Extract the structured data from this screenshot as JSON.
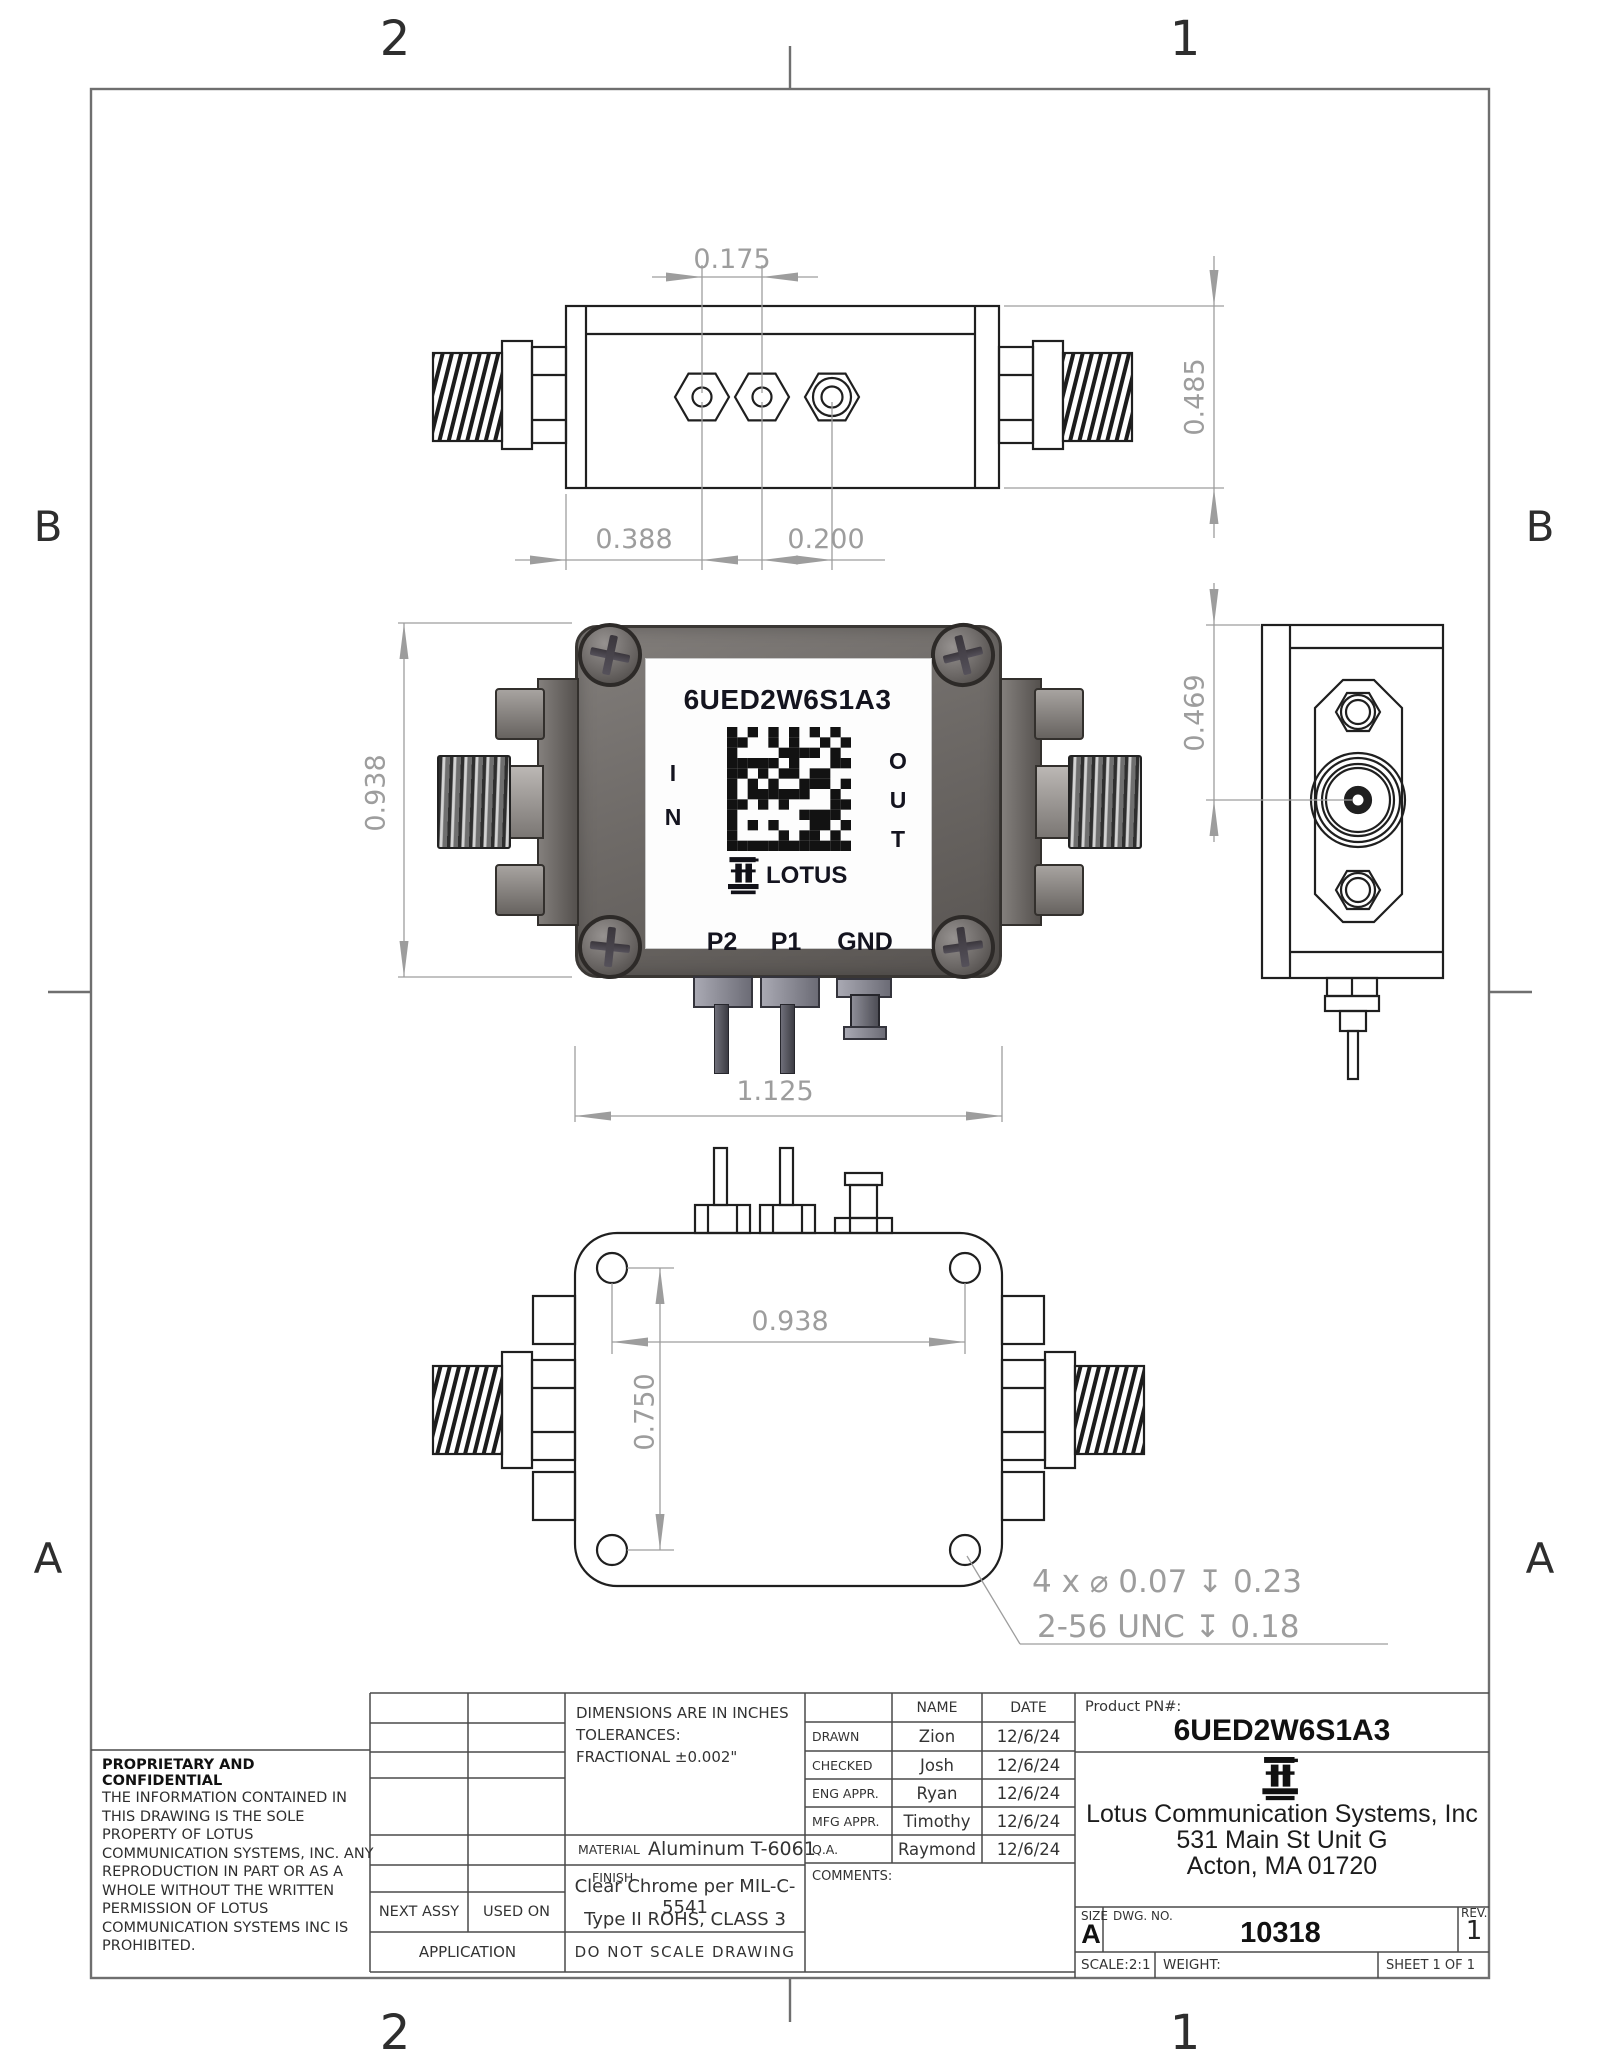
{
  "sheet": {
    "zone_top_left": "2",
    "zone_top_right": "1",
    "zone_bottom_left": "2",
    "zone_bottom_right": "1",
    "zone_left_upper": "B",
    "zone_left_lower": "A",
    "zone_right_upper": "B",
    "zone_right_lower": "A"
  },
  "top_view": {
    "dim_pin_spacing": "0.175",
    "dim_height": "0.485",
    "dim_edge_to_pin": "0.388",
    "dim_pin_to_connector": "0.200"
  },
  "front_view": {
    "label_pn": "6UED2W6S1A3",
    "port_in": "IN",
    "port_out": "OUT",
    "brand": "LOTUS",
    "pin_p2": "P2",
    "pin_p1": "P1",
    "pin_gnd": "GND",
    "dim_height": "0.938",
    "dim_width": "1.125"
  },
  "side_view": {
    "dim_center": "0.469"
  },
  "bottom_view": {
    "dim_hole_width": "0.938",
    "dim_hole_height": "0.750",
    "hole_callout_line1": "4 x ⌀ 0.07  ↧ 0.23",
    "hole_callout_line2": "2-56 UNC  ↧ 0.18"
  },
  "title_block": {
    "proprietary_title": "PROPRIETARY AND CONFIDENTIAL",
    "proprietary_text": "THE INFORMATION CONTAINED IN THIS DRAWING IS THE SOLE PROPERTY OF LOTUS COMMUNICATION SYSTEMS, INC. ANY REPRODUCTION IN PART OR AS A WHOLE WITHOUT THE WRITTEN PERMISSION OF LOTUS COMMUNICATION SYSTEMS INC IS PROHIBITED.",
    "dimensions_note": "DIMENSIONS ARE IN INCHES",
    "tolerances_label": "TOLERANCES:",
    "tolerance_value": "FRACTIONAL ±0.002\"",
    "material_label": "MATERIAL",
    "material_value": "Aluminum T-6061",
    "finish_label": "FINISH",
    "finish_value_line1": "Clear Chrome per MIL-C-5541",
    "finish_value_line2": "Type II ROHS, CLASS 3",
    "next_assy": "NEXT ASSY",
    "used_on": "USED ON",
    "application": "APPLICATION",
    "do_not_scale": "DO NOT SCALE DRAWING",
    "header_name": "NAME",
    "header_date": "DATE",
    "approvals": [
      {
        "role": "DRAWN",
        "name": "Zion",
        "date": "12/6/24"
      },
      {
        "role": "CHECKED",
        "name": "Josh",
        "date": "12/6/24"
      },
      {
        "role": "ENG APPR.",
        "name": "Ryan",
        "date": "12/6/24"
      },
      {
        "role": "MFG APPR.",
        "name": "Timothy",
        "date": "12/6/24"
      },
      {
        "role": "Q.A.",
        "name": "Raymond",
        "date": "12/6/24"
      }
    ],
    "comments_label": "COMMENTS:",
    "product_pn_label": "Product PN#:",
    "product_pn": "6UED2W6S1A3",
    "company_name": "Lotus Communication Systems, Inc",
    "company_address1": "531 Main St Unit G",
    "company_address2": "Acton, MA 01720",
    "size_label": "SIZE",
    "size_value": "A",
    "dwg_label": "DWG. NO.",
    "dwg_value": "10318",
    "rev_label": "REV.",
    "rev_value": "1",
    "scale_label": "SCALE:2:1",
    "weight_label": "WEIGHT:",
    "sheet_label": "SHEET 1 OF 1"
  }
}
